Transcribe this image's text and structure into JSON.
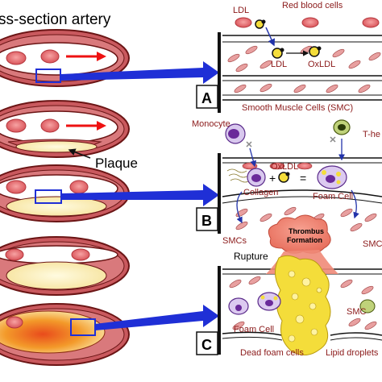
{
  "title": "ss-section artery",
  "labels": {
    "plaque": "Plaque",
    "ldl": "LDL",
    "red_blood_cells": "Red blood cells",
    "ldl2": "LDL",
    "oxldl": "OxLDL",
    "smc_full": "Smooth Muscle Cells (SMC)",
    "monocyte": "Monocyte",
    "t_cell": "T-he",
    "oxldl_b": "OxLDL",
    "collagen": "Collagen",
    "foam_cell_b": "Foam Cell",
    "smcs_left": "SMCs",
    "smc_right_b": "SMC",
    "thrombus": "Thrombus",
    "formation": "Formation",
    "rupture": "Rupture",
    "foam_cell_c": "Foam Cell",
    "smc_c": "SMC",
    "dead_foam_cells": "Dead foam cells",
    "lipid_droplets": "Lipid droplets",
    "plus": "+",
    "equals": "="
  },
  "panels": {
    "a": "A",
    "b": "B",
    "c": "C"
  },
  "colors": {
    "artery_wall": "#c9595e",
    "artery_dark": "#8b2020",
    "rbc": "#e8787a",
    "plaque": "#fff2b8",
    "arrow_blue": "#1f2fd6",
    "label_red": "#8b1a1a",
    "thrombus": "#f08a78",
    "lipid_yellow": "#f4dd3a"
  }
}
